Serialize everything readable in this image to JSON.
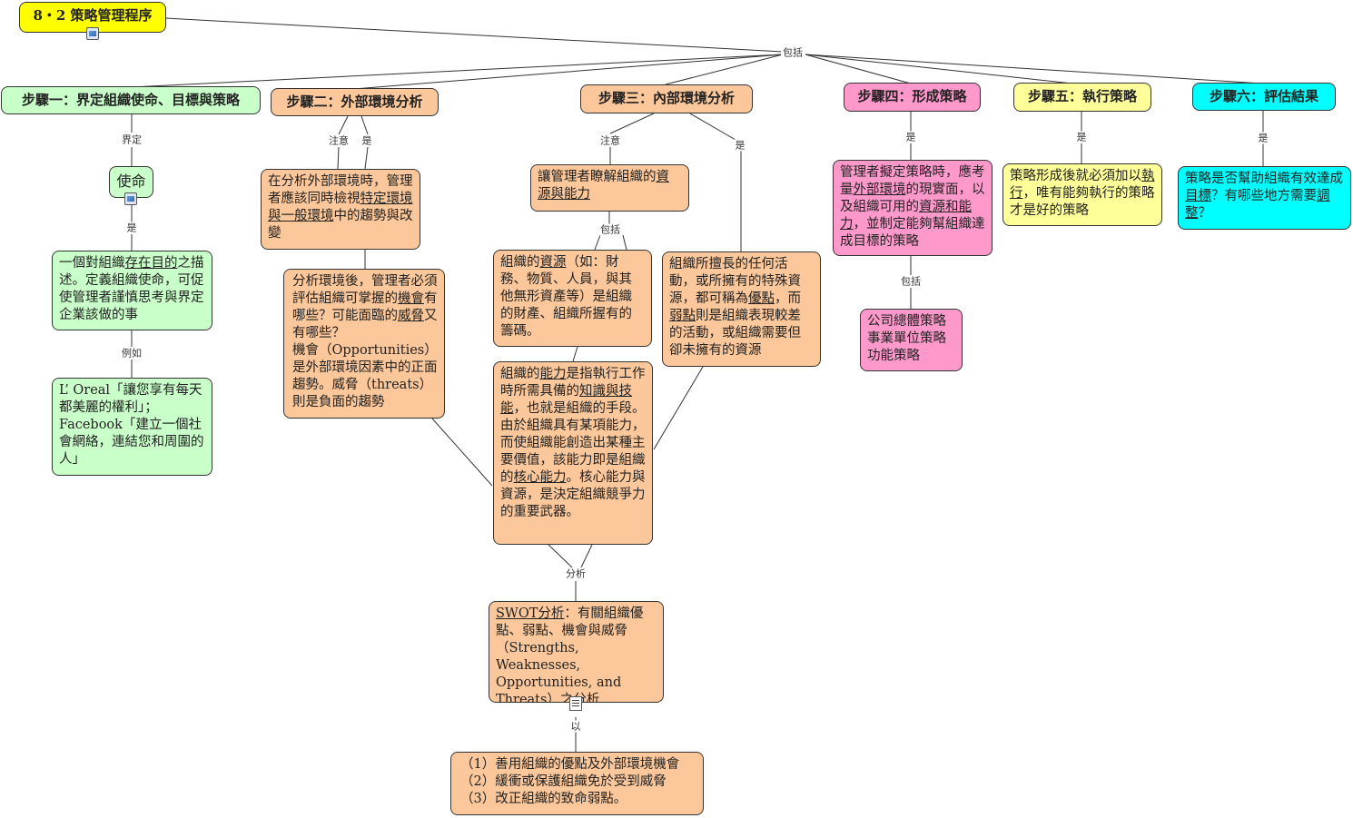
{
  "root": {
    "title": "8・2  策略管理程序"
  },
  "link_labels": {
    "include_root": "包括",
    "define": "界定",
    "is_mission": "是",
    "example": "例如",
    "note_step2": "注意",
    "is_step2": "是",
    "note_step3": "注意",
    "is_step3": "是",
    "include_resource": "包括",
    "analyze": "分析",
    "by": "以",
    "is_step4": "是",
    "include_step4": "包括",
    "is_step5": "是",
    "is_step6": "是"
  },
  "steps": {
    "s1": "步驟一：界定組織使命、目標與策略",
    "s2": "步驟二：外部環境分析",
    "s3": "步驟三：內部環境分析",
    "s4": "步驟四：形成策略",
    "s5": "步驟五：執行策略",
    "s6": "步驟六：評估結果"
  },
  "nodes": {
    "mission": "使命",
    "mission_desc": {
      "a": "一個對組織",
      "b": "存在目的",
      "c": "之描述。定義組織使命，可促使管理者謹慎思考與界定企業該做的事"
    },
    "example_text": "L’ Oreal「讓您享有每天都美麗的權利」；Facebook「建立一個社會網絡，連結您和周圍的人」",
    "ext_note": {
      "a": "在分析外部環境時，管理者應該同時檢視",
      "b": "特定環境與一般環境",
      "c": "中的趨勢與改變"
    },
    "ext_after": {
      "a": "分析環境後，管理者必須評估組織可掌握的",
      "b": "機會",
      "c": "有哪些？可能面臨的",
      "d": "威脅",
      "e": "又有哪些？",
      "f": "機會（Opportunities）是外部環境因素中的正面趨勢。威脅（threats）則是負面的趨勢"
    },
    "int_note": {
      "a": "讓管理者瞭解組織的",
      "b": "資源與能力"
    },
    "resource": {
      "a": "組織的",
      "b": "資源",
      "c": "（如：財務、物質、人員，與其他無形資產等）是組織的財產、組織所握有的籌碼。"
    },
    "ability": {
      "a": "組織的",
      "b": "能力",
      "c": "是指執行工作時所需具備的",
      "d": "知識與技能",
      "e": "，也就是組織的手段。由於組織具有某項能力，而使組織能創造出某種主要價值，該能力即是組織的",
      "f": "核心能力",
      "g": "。核心能力與資源，是決定組織競爭力的重要武器。"
    },
    "strength": {
      "a": "組織所擅長的任何活動，或所擁有的特殊資源，都可稱為",
      "b": "優點",
      "c": "，而",
      "d": "弱點",
      "e": "則是組織表現較差的活動，或組織需要但卻未擁有的資源"
    },
    "swot": {
      "a": "SWOT分析",
      "b": "：有關組織優點、弱點、機會與威脅（Strengths, Weaknesses, Opportunities, and Threats）之分析"
    },
    "swot_use": [
      "（1）善用組織的優點及外部環境機會",
      "（2）緩衝或保護組織免於受到威脅",
      "（3）改正組織的致命弱點。"
    ],
    "form": {
      "a": "管理者擬定策略時，應考量",
      "b": "外部環境",
      "c": "的現實面，以及組織可用的",
      "d": "資源和能力",
      "e": "，並制定能夠幫組織達成目標的策略"
    },
    "form_levels": [
      "公司總體策略",
      "事業單位策略",
      "功能策略"
    ],
    "exec": {
      "a": "策略形成後就必須加以",
      "b": "執行",
      "c": "，唯有能夠執行的策略才是好的策略"
    },
    "eval": {
      "a": "策略是否幫助組織有效達成",
      "b": "目標",
      "c": "？有哪些地方需要",
      "d": "調整",
      "e": "？"
    }
  },
  "colors": {
    "root": "#ffff00",
    "step1": "#c9ffc9",
    "orange": "#fcc89b",
    "step4": "#ff99cc",
    "step5": "#ffff99",
    "step6": "#00ffff",
    "line": "#333333"
  }
}
